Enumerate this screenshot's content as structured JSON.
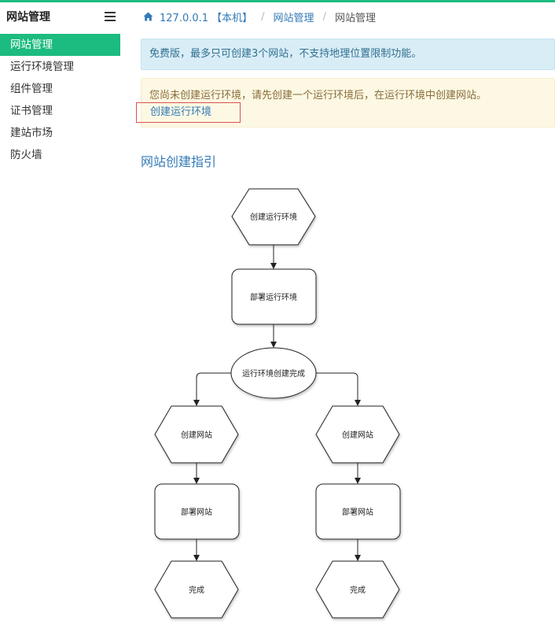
{
  "sidebar": {
    "title": "网站管理",
    "items": [
      {
        "label": "网站管理"
      },
      {
        "label": "运行环境管理"
      },
      {
        "label": "组件管理"
      },
      {
        "label": "证书管理"
      },
      {
        "label": "建站市场"
      },
      {
        "label": "防火墙"
      }
    ]
  },
  "breadcrumb": [
    "127.0.0.1 【本机】",
    "网站管理",
    "网站管理"
  ],
  "alerts": {
    "info": "免费版，最多只可创建3个网站，不支持地理位置限制功能。",
    "warning": "您尚未创建运行环境，请先创建一个运行环境后，在运行环境中创建网站。",
    "create_link": "创建运行环境"
  },
  "guide": {
    "title": "网站创建指引",
    "nodes": {
      "create_env": "创建运行环境",
      "deploy_env": "部署运行环境",
      "env_done": "运行环境创建完成",
      "create_site_left": "创建网站",
      "deploy_site_left": "部署网站",
      "done_left": "完成",
      "create_site_right": "创建网站",
      "deploy_site_right": "部署网站",
      "done_right": "完成"
    }
  },
  "colors": {
    "accent": "#1cbb7f",
    "link": "#337ab7",
    "alert_border": "#d9534f"
  }
}
